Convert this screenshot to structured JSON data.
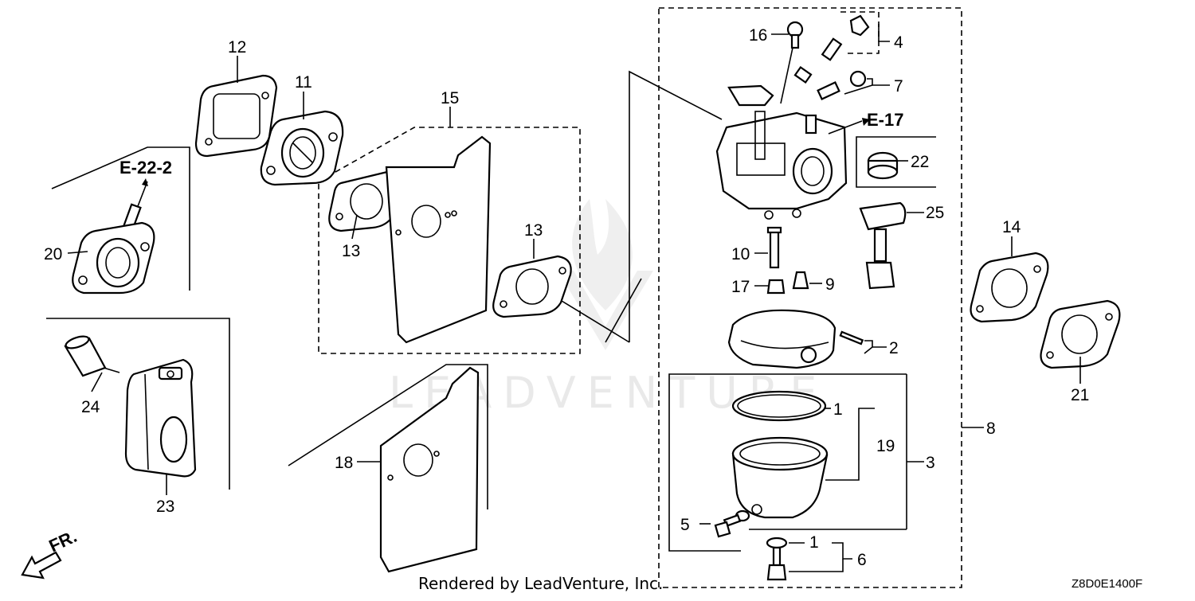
{
  "watermark": "LEADVENTURE",
  "footer": {
    "rendered_by": "Rendered by LeadVenture, Inc.",
    "diagram_code": "Z8D0E1400F"
  },
  "refs": {
    "e22": "E-22-2",
    "e17": "E-17",
    "front": "FR."
  },
  "labels": {
    "p1a": "1",
    "p1b": "1",
    "p2": "2",
    "p3": "3",
    "p4": "4",
    "p5": "5",
    "p6": "6",
    "p7": "7",
    "p8": "8",
    "p9": "9",
    "p10": "10",
    "p11": "11",
    "p12": "12",
    "p13a": "13",
    "p13b": "13",
    "p14": "14",
    "p15": "15",
    "p16": "16",
    "p17": "17",
    "p18": "18",
    "p19": "19",
    "p20": "20",
    "p21": "21",
    "p22": "22",
    "p23": "23",
    "p24": "24",
    "p25": "25"
  }
}
